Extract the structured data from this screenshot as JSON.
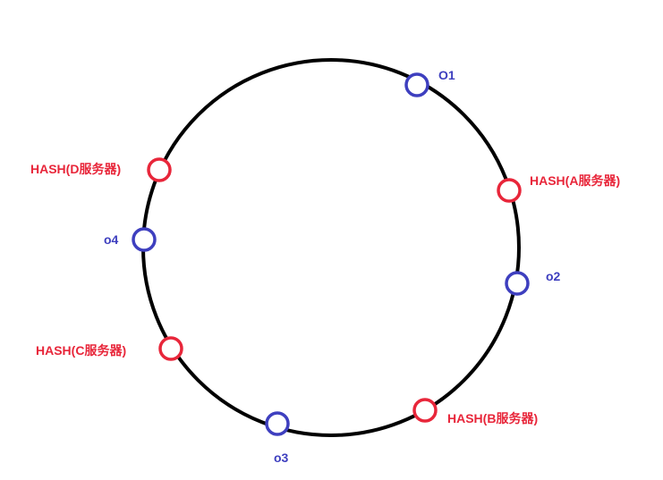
{
  "colors": {
    "ring": "#000000",
    "server": "#e8263a",
    "object": "#3e3fbf"
  },
  "ring": {
    "servers": [
      {
        "id": "A",
        "label": "HASH(A服务器)"
      },
      {
        "id": "B",
        "label": "HASH(B服务器)"
      },
      {
        "id": "C",
        "label": "HASH(C服务器)"
      },
      {
        "id": "D",
        "label": "HASH(D服务器)"
      }
    ],
    "objects": [
      {
        "id": "o1",
        "label": "O1"
      },
      {
        "id": "o2",
        "label": "o2"
      },
      {
        "id": "o3",
        "label": "o3"
      },
      {
        "id": "o4",
        "label": "o4"
      }
    ]
  }
}
